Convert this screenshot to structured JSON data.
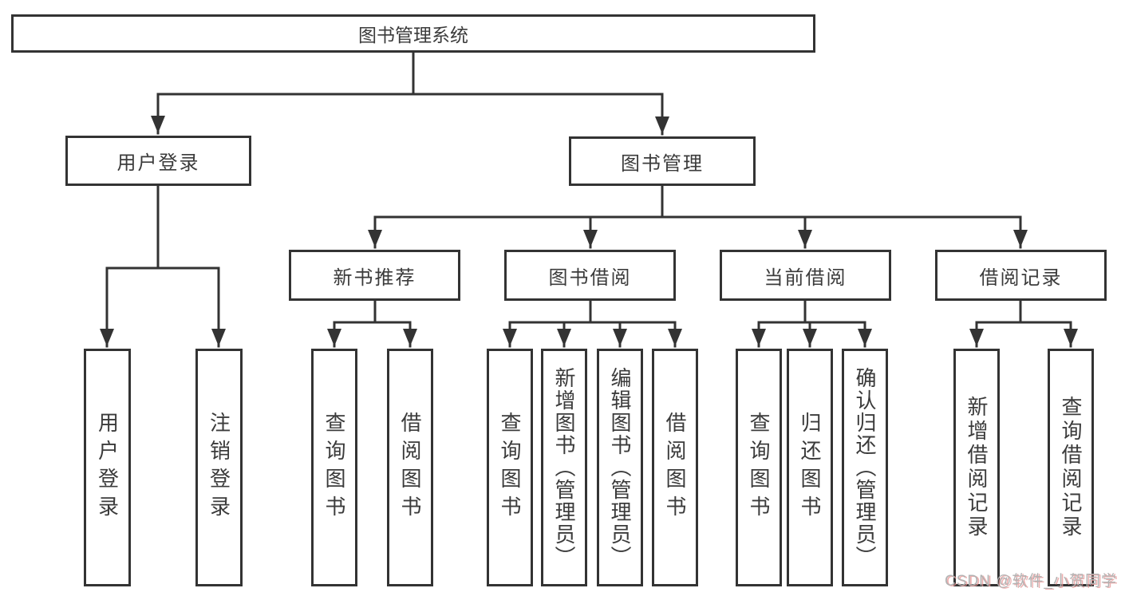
{
  "tree": {
    "root": {
      "label": "图书管理系统"
    },
    "branches": [
      {
        "label": "用户登录",
        "children": [
          {
            "label": "用户登录"
          },
          {
            "label": "注销登录"
          }
        ]
      },
      {
        "label": "图书管理",
        "children": [
          {
            "label": "新书推荐",
            "children": [
              {
                "label": "查询图书"
              },
              {
                "label": "借阅图书"
              }
            ]
          },
          {
            "label": "图书借阅",
            "children": [
              {
                "label": "查询图书"
              },
              {
                "label": "新增图书（管理员）"
              },
              {
                "label": "编辑图书（管理员）"
              },
              {
                "label": "借阅图书"
              }
            ]
          },
          {
            "label": "当前借阅",
            "children": [
              {
                "label": "查询图书"
              },
              {
                "label": "归还图书"
              },
              {
                "label": "确认归还（管理员）"
              }
            ]
          },
          {
            "label": "借阅记录",
            "children": [
              {
                "label": "新增借阅记录"
              },
              {
                "label": "查询借阅记录"
              }
            ]
          }
        ]
      }
    ]
  },
  "watermark": {
    "text": "CSDN @软件_小贺同学"
  },
  "colors": {
    "line": "#333333",
    "box_border": "#333333",
    "box_background": "#ffffff",
    "text": "#3b3b3b",
    "watermark_text": "#b3b3b3",
    "watermark_shadow": "#e79494"
  }
}
